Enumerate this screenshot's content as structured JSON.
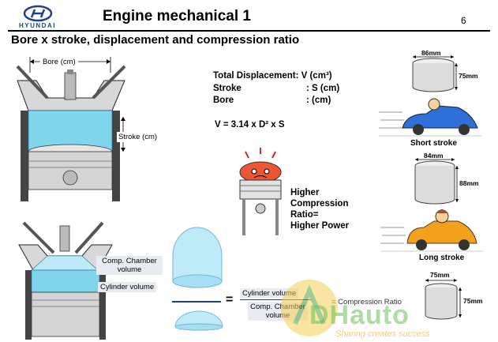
{
  "header": {
    "logo_text": "HYUNDAI",
    "title": "Engine mechanical 1",
    "page_number": "6"
  },
  "subtitle": "Bore x stroke, displacement and compression ratio",
  "engine_diagram": {
    "bore_label": "Bore (cm)",
    "stroke_label": "Stroke (cm)"
  },
  "formula": {
    "total_displacement": "Total Displacement: V (cm³)",
    "stroke_name": "Stroke",
    "stroke_value": ": S (cm)",
    "bore_name": "Bore",
    "bore_value": ": (cm)",
    "equation": "V = 3.14 x D² x S"
  },
  "mascot_caption": {
    "line1": "Higher",
    "line2": "Compression",
    "line3": "Ratio=",
    "line4": "Higher Power"
  },
  "short_stroke": {
    "width_label": "86mm",
    "height_label": "75mm",
    "caption": "Short stroke"
  },
  "long_stroke": {
    "width_label": "84mm",
    "height_label": "88mm",
    "caption": "Long stroke"
  },
  "square": {
    "width_label": "75mm",
    "height_label": "75mm"
  },
  "compression_diagram": {
    "comp_chamber_label": "Comp. Chamber volume",
    "cylinder_volume_label": "Cylinder volume",
    "numerator_label": "Cylinder volume",
    "denominator_label": "Comp. Chamber volume",
    "equals": "=",
    "result_label": "= Compression Ratio"
  },
  "watermark": {
    "brand": "DHauto",
    "tagline": "Sharing creates success"
  },
  "colors": {
    "cylinder_water": "#7fd6ec",
    "header_rule": "#000000",
    "car_blue": "#2e6fd8",
    "car_orange": "#f2a21c"
  }
}
